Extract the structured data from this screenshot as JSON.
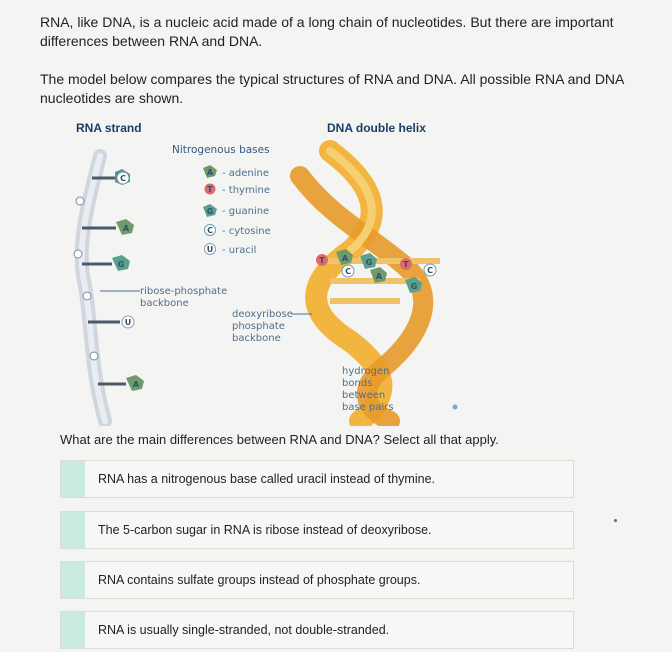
{
  "intro": {
    "p1": "RNA, like DNA, is a nucleic acid made of a long chain of nucleotides. But there are important differences between RNA and DNA.",
    "p2": "The model below compares the typical structures of RNA and DNA. All possible RNA and DNA nucleotides are shown."
  },
  "figure": {
    "rna_title": "RNA strand",
    "dna_title": "DNA double helix",
    "key_title": "Nitrogenous bases",
    "key": [
      {
        "letter": "A",
        "label": "- adenine",
        "color": "#6f9a6a"
      },
      {
        "letter": "T",
        "label": "- thymine",
        "color": "#e06a6a"
      },
      {
        "letter": "G",
        "label": "- guanine",
        "color": "#5aa08a"
      },
      {
        "letter": "C",
        "label": "- cytosine",
        "color": "#ffffff"
      },
      {
        "letter": "U",
        "label": "- uracil",
        "color": "#ffffff"
      }
    ],
    "rna_backbone_1": "ribose-phosphate",
    "rna_backbone_2": "backbone",
    "dna_backbone_1": "deoxyribose-",
    "dna_backbone_2": "phosphate",
    "dna_backbone_3": "backbone",
    "hbond_1": "hydrogen",
    "hbond_2": "bonds",
    "hbond_3": "between",
    "hbond_4": "base pairs",
    "rna_bases": [
      "C",
      "A",
      "G",
      "U",
      "A"
    ],
    "dna_bases": [
      "T",
      "A",
      "C",
      "G",
      "A",
      "T",
      "C",
      "G"
    ]
  },
  "question": "What are the main differences between RNA and DNA? Select all that apply.",
  "choices": [
    "RNA has a nitrogenous base called uracil instead of thymine.",
    "The 5-carbon sugar in RNA is ribose instead of deoxyribose.",
    "RNA contains sulfate groups instead of phosphate groups.",
    "RNA is usually single-stranded, not double-stranded."
  ],
  "colors": {
    "helix": "#f2b640",
    "helix_dark": "#e79a2a",
    "rna_backbone": "#cfd6de",
    "choice_box": "#c9ebe1",
    "title": "#1b3e66"
  }
}
